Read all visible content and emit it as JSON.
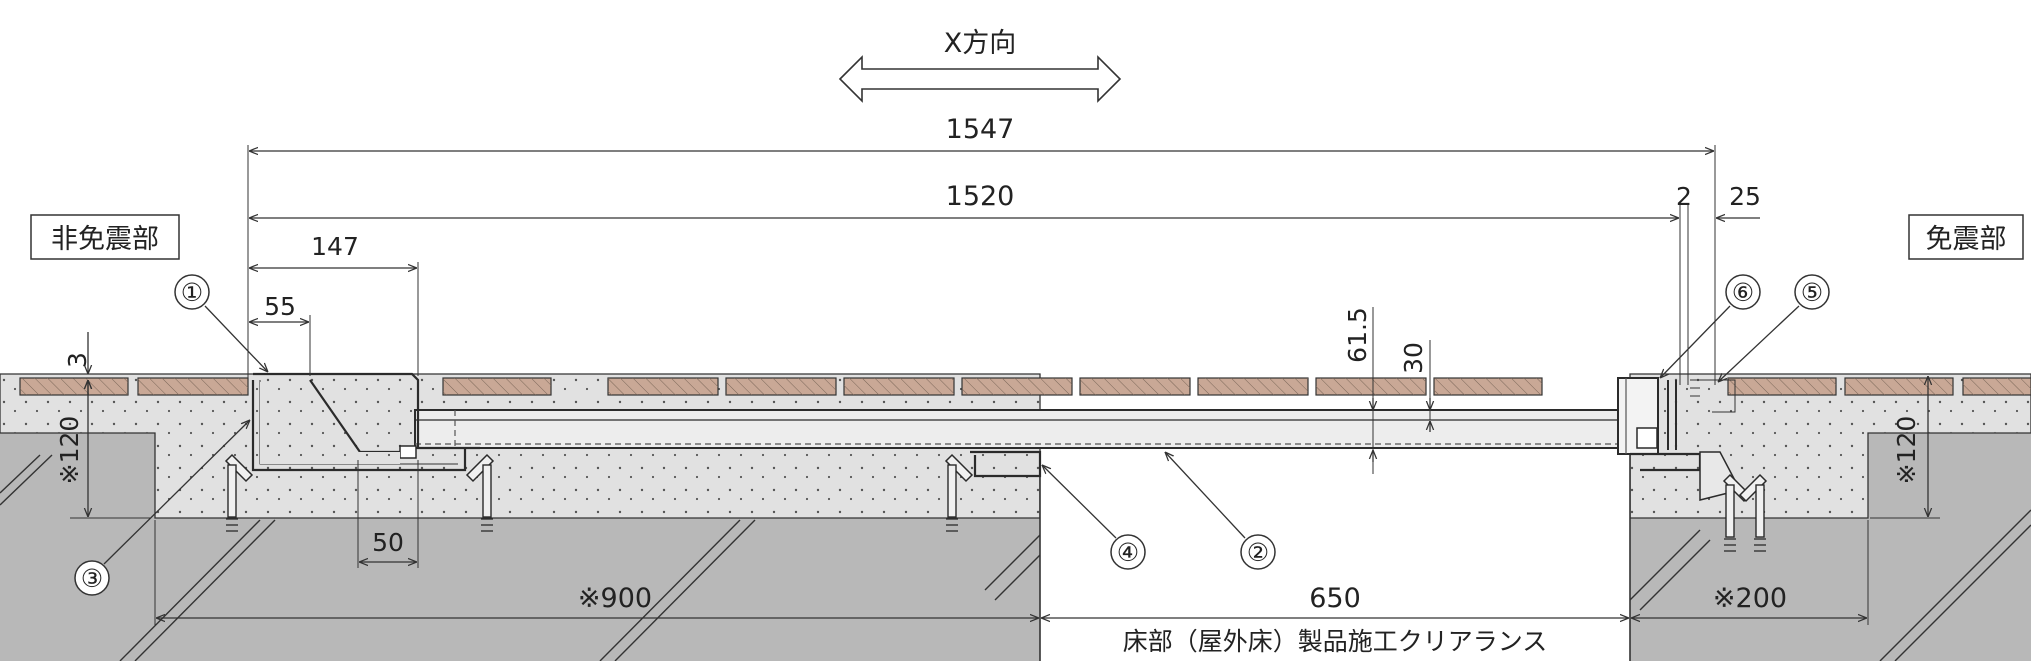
{
  "direction": {
    "label": "X方向"
  },
  "zones": {
    "left": "非免震部",
    "right": "免震部"
  },
  "dimensions": {
    "overall": "1547",
    "cover": "1520",
    "gap_2": "2",
    "gap_25": "25",
    "flange_147": "147",
    "lip_55": "55",
    "top_3": "3",
    "left_depth": "※120",
    "right_depth": "※120",
    "thickness_61_5": "61.5",
    "thickness_30": "30",
    "anchor_50": "50",
    "span_900": "※900",
    "span_650": "650",
    "span_200": "※200",
    "clearance_label": "床部（屋外床）製品施工クリアランス"
  },
  "callouts": [
    "①",
    "②",
    "③",
    "④",
    "⑤",
    "⑥"
  ],
  "colors": {
    "tile": "#c9a896",
    "concrete": "#e1e1e1",
    "ground": "#b8b8b8",
    "line": "#333333"
  }
}
